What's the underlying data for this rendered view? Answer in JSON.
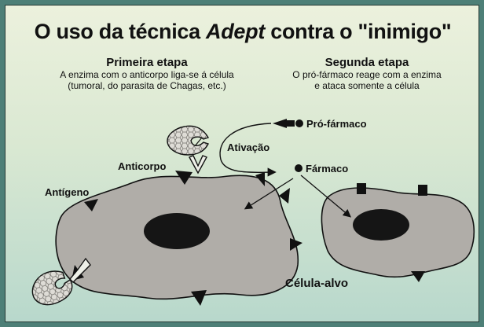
{
  "title": {
    "prefix": "O uso da técnica ",
    "italic": "Adept",
    "suffix": " contra o \"inimigo\""
  },
  "steps": [
    {
      "title": "Primeira etapa",
      "line1": "A enzima com o anticorpo liga-se á célula",
      "line2": "(tumoral, do parasita de Chagas, etc.)"
    },
    {
      "title": "Segunda etapa",
      "line1": "O pró-fármaco reage com a enzima",
      "line2": "e ataca somente a célula"
    }
  ],
  "labels": {
    "prodrug": "Pró-fármaco",
    "activation": "Ativação",
    "drug": "Fármaco",
    "antibody": "Anticorpo",
    "antigen": "Antígeno",
    "target_cell": "Célula-alvo"
  },
  "colors": {
    "cell_fill": "#b0ada8",
    "nucleus": "#151515",
    "enzyme_fill": "#dad8d2",
    "ink": "#111111"
  }
}
